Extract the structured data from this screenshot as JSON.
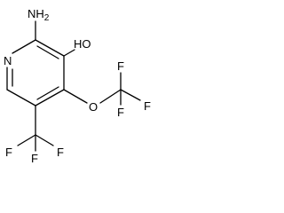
{
  "atoms": {
    "ring_n": "N",
    "amino_n": "NH",
    "amino_sub": "2",
    "hydroxyl": "HO",
    "ether_o": "O",
    "f_ocf3_top": "F",
    "f_ocf3_right": "F",
    "f_ocf3_bottom": "F",
    "f_cf3_left": "F",
    "f_cf3_right": "F",
    "f_cf3_bottom": "F"
  }
}
